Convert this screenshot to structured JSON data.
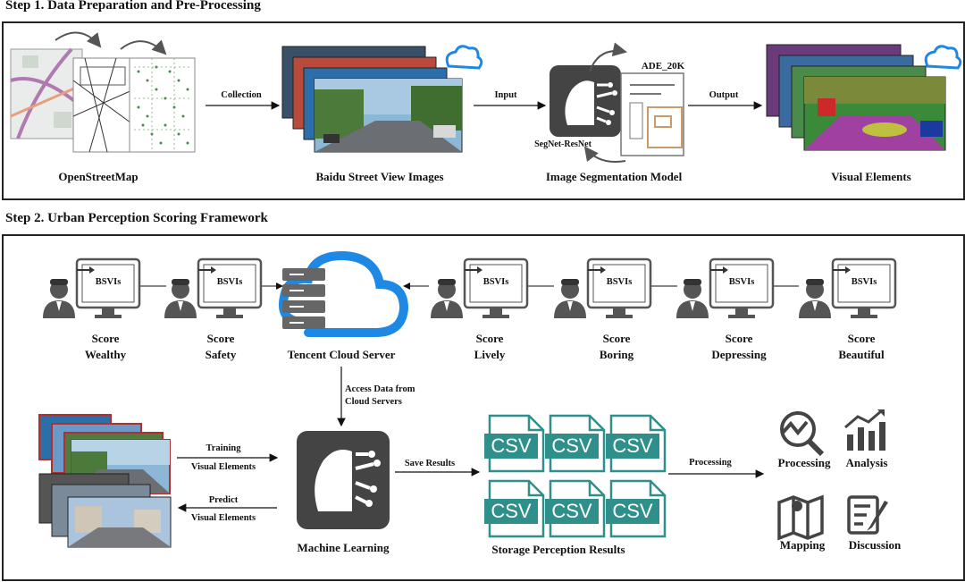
{
  "step1": {
    "title": "Step 1. Data Preparation and Pre-Processing",
    "osm_label": "OpenStreetMap",
    "collection_label": "Collection",
    "bsv_label": "Baidu Street View Images",
    "input_label": "Input",
    "model_label": "Image Segmentation Model",
    "ade_label": "ADE_20K",
    "segnet_label": "SegNet-ResNet",
    "output_label": "Output",
    "visual_label": "Visual Elements"
  },
  "step2": {
    "title": "Step 2. Urban Perception Scoring Framework",
    "screen_text": "BSVIs",
    "scores": [
      {
        "line1": "Score",
        "line2": "Wealthy"
      },
      {
        "line1": "Score",
        "line2": "Safety"
      },
      {
        "line1": "Score",
        "line2": "Lively"
      },
      {
        "line1": "Score",
        "line2": "Boring"
      },
      {
        "line1": "Score",
        "line2": "Depressing"
      },
      {
        "line1": "Score",
        "line2": "Beautiful"
      }
    ],
    "cloud_label": "Tencent Cloud Server",
    "access_line1": "Access Data from",
    "access_line2": "Cloud Servers",
    "training_label": "Training",
    "visual_elements_1": "Visual Elements",
    "predict_label": "Predict",
    "visual_elements_2": "Visual Elements",
    "ml_label": "Machine Learning",
    "save_label": "Save Results",
    "csv_text": "CSV",
    "storage_label": "Storage Perception Results",
    "processing_arrow_label": "Processing",
    "outputs": [
      "Processing",
      "Analysis",
      "Mapping",
      "Discussion"
    ]
  },
  "colors": {
    "accent_teal": "#2f8f8a",
    "cloud_blue": "#1e88e5",
    "icon_dark": "#444444"
  }
}
